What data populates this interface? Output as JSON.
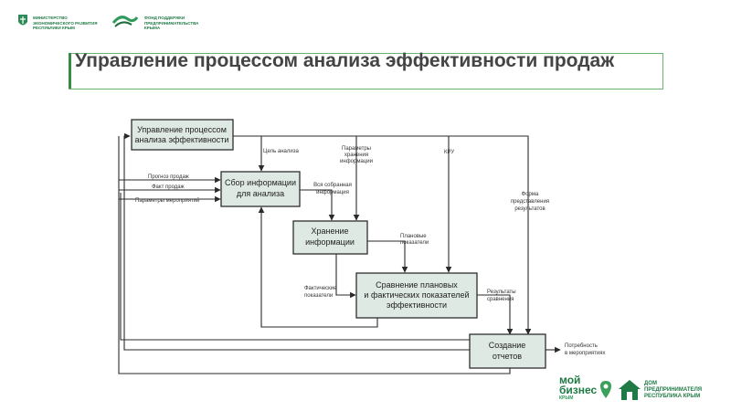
{
  "header": {
    "ministry": [
      "МИНИСТЕРСТВО",
      "ЭКОНОМИЧЕСКОГО РАЗВИТИЯ",
      "РЕСПУБЛИКИ КРЫМ"
    ],
    "fund": [
      "ФОНД ПОДДЕРЖКИ",
      "ПРЕДПРИНИМАТЕЛЬСТВА",
      "КРЫМА"
    ]
  },
  "slide": {
    "title": "Управление процессом анализа эффективности продаж"
  },
  "diagram": {
    "nodes": {
      "manage": [
        "Управление процессом",
        "анализа эффективности"
      ],
      "collect": [
        "Сбор информации",
        "для анализа"
      ],
      "store": [
        "Хранение",
        "информации"
      ],
      "compare": [
        "Сравнение плановых",
        "и фактических показателей",
        "эффективности"
      ],
      "reports": [
        "Создание",
        "отчетов"
      ]
    },
    "labels": {
      "goal": "Цель анализа",
      "storage_params": [
        "Параметры",
        "хранения",
        "информации"
      ],
      "kpi": "КРУ",
      "report_form": [
        "Форма",
        "представления",
        "результатов"
      ],
      "forecast": "Прогноз продаж",
      "fact": "Факт продаж",
      "event_params": "Параметры мероприятий",
      "collected": [
        "Вся собранная",
        "информация"
      ],
      "planned": [
        "Плановые",
        "показатели"
      ],
      "actual": [
        "Фактические",
        "показатели"
      ],
      "results": [
        "Результаты",
        "сравнения"
      ],
      "need": [
        "Потребность",
        "в мероприятиях"
      ]
    }
  },
  "footer": {
    "brand1": [
      "мой",
      "бизнес",
      "КРЫМ"
    ],
    "brand2": [
      "ДОМ",
      "ПРЕДПРИНИМАТЕЛЯ",
      "РЕСПУБЛИКА КРЫМ"
    ]
  }
}
